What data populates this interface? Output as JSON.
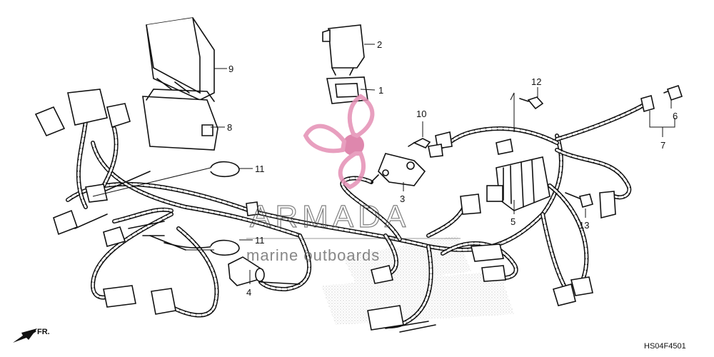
{
  "diagram": {
    "callouts": [
      {
        "id": "callout-1",
        "label": "1"
      },
      {
        "id": "callout-2",
        "label": "2"
      },
      {
        "id": "callout-3",
        "label": "3"
      },
      {
        "id": "callout-4",
        "label": "4"
      },
      {
        "id": "callout-5",
        "label": "5"
      },
      {
        "id": "callout-6",
        "label": "6"
      },
      {
        "id": "callout-7",
        "label": "7"
      },
      {
        "id": "callout-8",
        "label": "8"
      },
      {
        "id": "callout-9",
        "label": "9"
      },
      {
        "id": "callout-10",
        "label": "10"
      },
      {
        "id": "callout-11a",
        "label": "11"
      },
      {
        "id": "callout-11b",
        "label": "11"
      },
      {
        "id": "callout-12",
        "label": "12"
      },
      {
        "id": "callout-13",
        "label": "13"
      }
    ],
    "direction_label": "FR.",
    "diagram_code": "HS04F4501"
  },
  "watermark": {
    "brand": "ARMADA",
    "tagline": "marine outboards",
    "logo_color": "#e48fb4",
    "logo_center_color": "#d9739f"
  },
  "colors": {
    "line": "#111111",
    "background": "#ffffff"
  }
}
